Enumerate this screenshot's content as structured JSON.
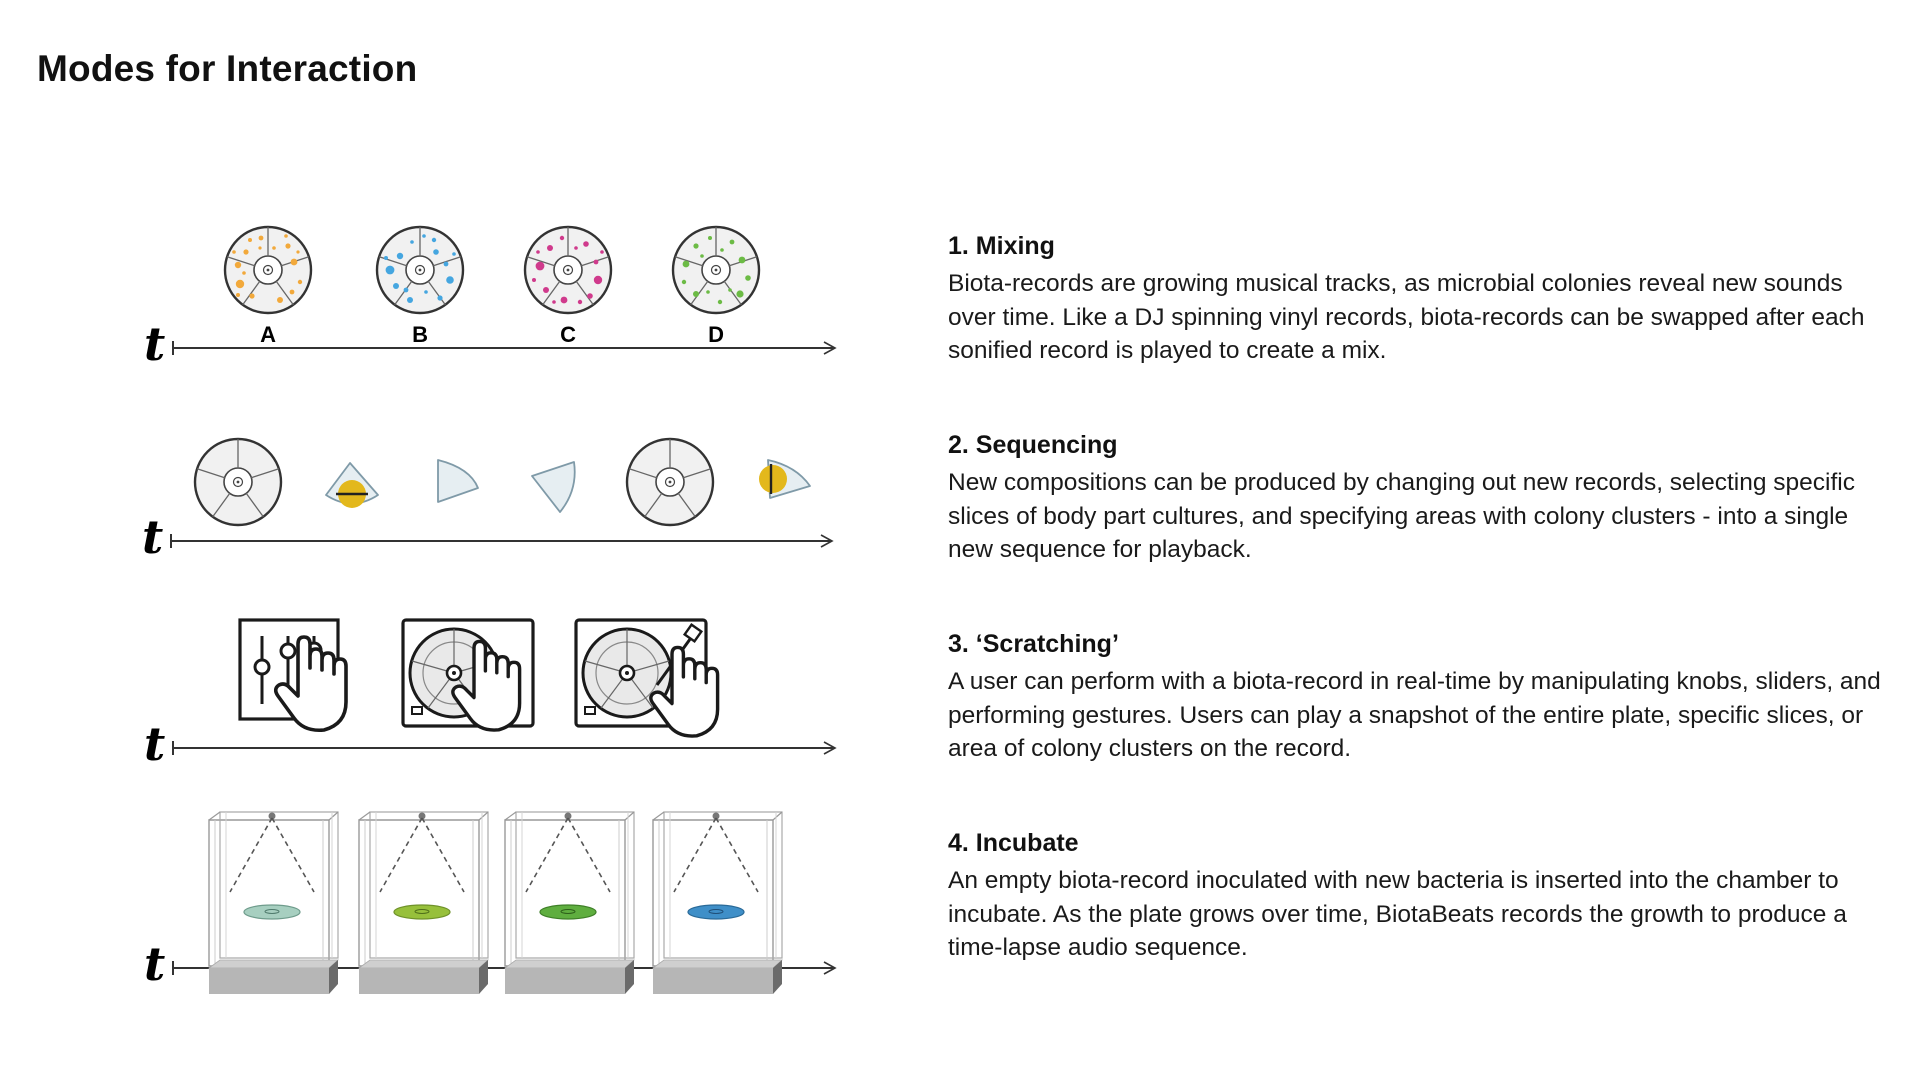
{
  "title": "Modes for Interaction",
  "timeline_label": "t",
  "colors": {
    "record_a": "#f2a93b",
    "record_b": "#45a6e0",
    "record_c": "#d03a8c",
    "record_d": "#6cbb45",
    "highlight": "#e3b81c",
    "plate_mint": "#a7cfc0",
    "plate_lime": "#97c03b",
    "plate_green": "#5fae3f",
    "plate_blue": "#3f8fc8"
  },
  "records": [
    {
      "label": "A",
      "color_key": "record_a"
    },
    {
      "label": "B",
      "color_key": "record_b"
    },
    {
      "label": "C",
      "color_key": "record_c"
    },
    {
      "label": "D",
      "color_key": "record_d"
    }
  ],
  "sections": [
    {
      "heading": "1. Mixing",
      "body": "Biota-records are growing musical tracks, as microbial colonies reveal new sounds over time. Like a DJ spinning vinyl records, biota-records can be swapped after each sonified record is played to create a mix."
    },
    {
      "heading": "2. Sequencing",
      "body": "New compositions can be produced by changing out new records, selecting specific slices of body part cultures, and specifying areas with colony clusters - into a single new sequence for playback."
    },
    {
      "heading": "3. ‘Scratching’",
      "body": "A user can perform with a biota-record in real-time by manipulating knobs, sliders, and performing gestures. Users can play a snapshot of the entire plate, specific slices, or area of colony clusters on the record."
    },
    {
      "heading": "4. Incubate",
      "body": "An empty biota-record inoculated with new bacteria is inserted into the chamber to incubate. As the plate grows over time, BiotaBeats records the growth to produce a time-lapse audio sequence."
    }
  ],
  "chambers": [
    {
      "plate_color_key": "plate_mint"
    },
    {
      "plate_color_key": "plate_lime"
    },
    {
      "plate_color_key": "plate_green"
    },
    {
      "plate_color_key": "plate_blue"
    }
  ]
}
